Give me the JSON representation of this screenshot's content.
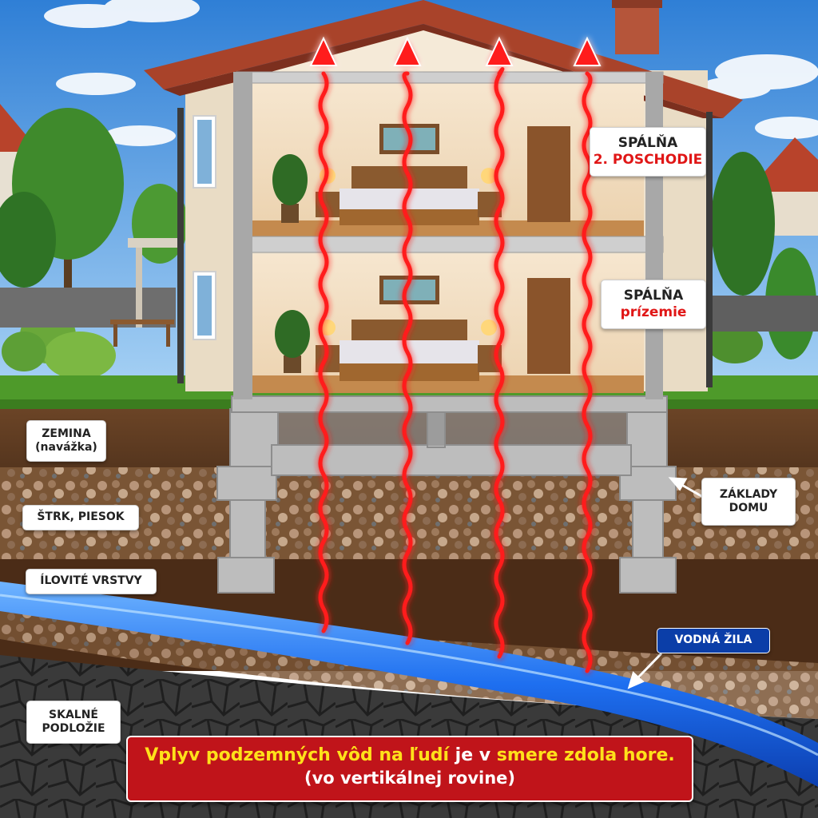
{
  "labels": {
    "bedroom_upper": {
      "line1": "SPÁLŇA",
      "line2": "2. POSCHODIE"
    },
    "bedroom_ground": {
      "line1": "SPÁLŇA",
      "line2": "prízemie"
    },
    "soil": {
      "line1": "ZEMINA",
      "line2": "(navážka)"
    },
    "gravel": "ŠTRK, PIESOK",
    "clay": "ÍLOVITÉ VRSTVY",
    "foundations": {
      "line1": "ZÁKLADY",
      "line2": "DOMU"
    },
    "water_vein": "VODNÁ ŽILA",
    "bedrock": {
      "line1": "SKALNÉ",
      "line2": "PODLOŽIE"
    }
  },
  "caption": {
    "line1_part1": "Vplyv podzemných vôd na ľudí",
    "line1_part2": " je v ",
    "line1_part3": "smere zdola hore.",
    "line2": "(vo vertikálnej rovine)"
  },
  "colors": {
    "sky": "#4a97e0",
    "grass": "#4e9a2a",
    "soil": "#5b3a22",
    "water": "#1e6ff0",
    "radiation": "#ff1a1a",
    "roof": "#a9432a",
    "caption_bg": "#c0141a",
    "caption_highlight": "#ffe11a",
    "accent_red": "#e01616"
  }
}
